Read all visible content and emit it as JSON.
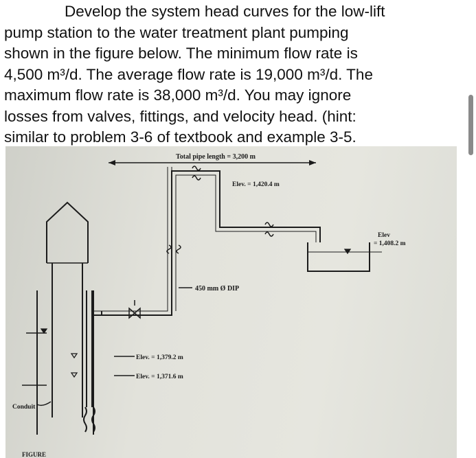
{
  "question": {
    "lines": [
      "Develop the system head curves for the low-lift",
      "pump station to the water treatment plant pumping",
      "shown in the figure below.  The minimum flow rate is",
      "4,500 m³/d.  The average flow rate is 19,000 m³/d.  The",
      "maximum flow rate is 38,000 m³/d.  You may ignore",
      "losses from valves, fittings, and velocity head.  (hint:",
      "similar to problem 3-6 of textbook and example 3-5."
    ]
  },
  "figure": {
    "total_pipe_length": "Total pipe length = 3,200 m",
    "pipe_top_elev": "Elev. = 1,420.4 m",
    "tank_elev_line1": "Elev",
    "tank_elev_line2": "= 1,408.2 m",
    "pipe_size": "450 mm Ø DIP",
    "pump_elev_1": "Elev. = 1,379.2 m",
    "pump_elev_2": "Elev. = 1,371.6 m",
    "conduit": "Conduit",
    "caption_fragment": "FIGURE"
  },
  "colors": {
    "text": "#111111",
    "line": "#1b1b1b",
    "photo_bg": "#e2e2db"
  }
}
